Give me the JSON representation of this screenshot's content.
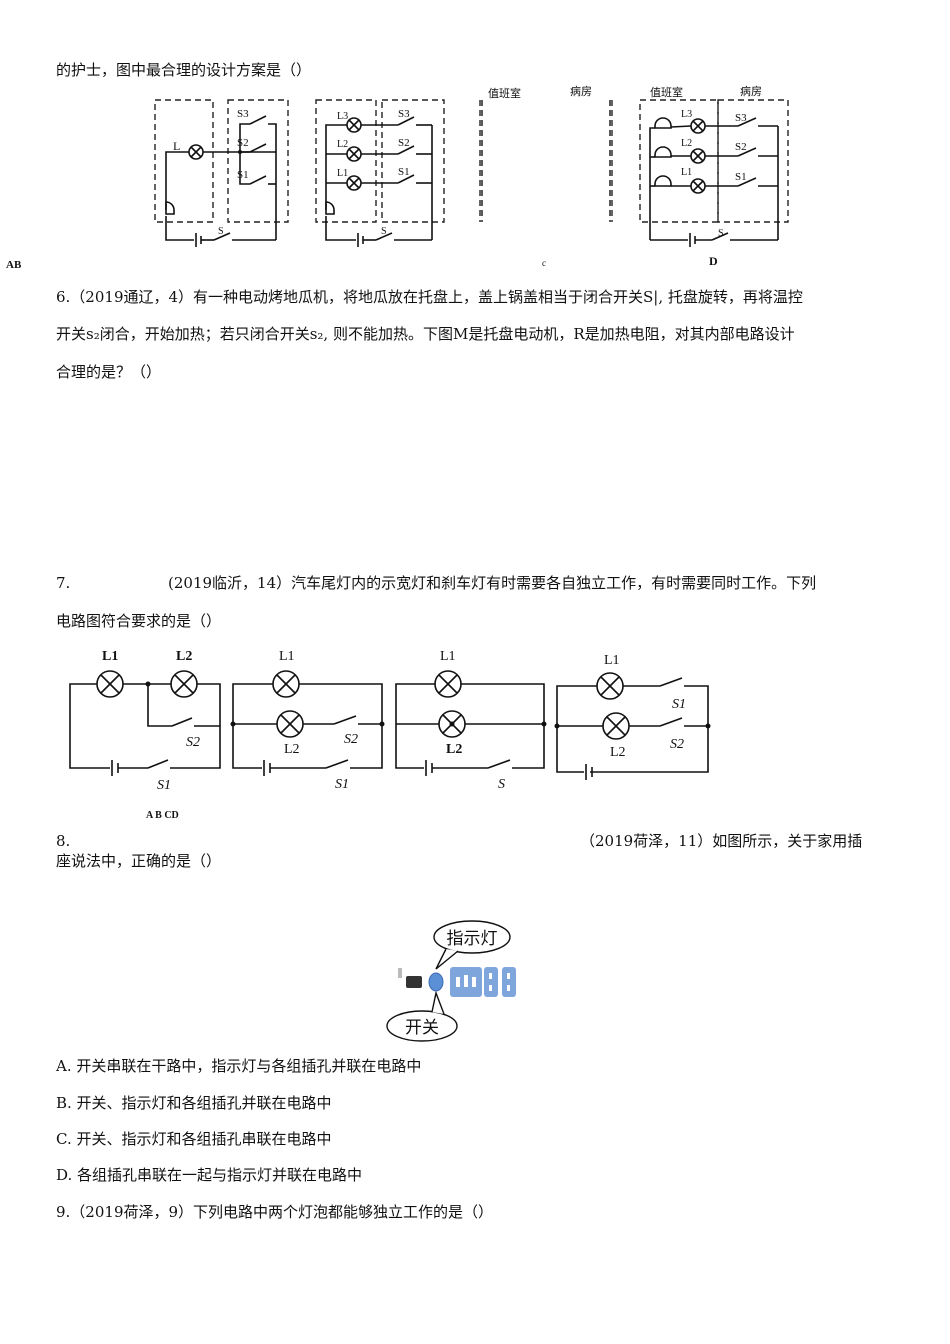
{
  "q5": {
    "intro": "的护士，图中最合理的设计方案是（）",
    "fig_label_ab": "AB",
    "fig_label_c": "c",
    "fig_label_d": "D",
    "duty_room": "值班室",
    "ward": "病房",
    "lamp_L": "L",
    "lamps": [
      "L3",
      "L2",
      "L1"
    ],
    "switches": [
      "S3",
      "S2",
      "S1"
    ],
    "switch_main": "S"
  },
  "q6": {
    "line1": "6.（2019通辽，4）有一种电动烤地瓜机，将地瓜放在托盘上，盖上锅盖相当于闭合开关S|, 托盘旋转，再将温控",
    "line2": "开关s₂闭合，开始加热；若只闭合开关s₂, 则不能加热。下图M是托盘电动机，R是加热电阻，对其内部电路设计",
    "line3": "合理的是？（）"
  },
  "q7": {
    "num": "7.",
    "line1": "(2019临沂，14）汽车尾灯内的示宽灯和刹车灯有时需要各自独立工作，有时需要同时工作。下列",
    "line2": "电路图符合要求的是（）",
    "fig_label": "A B CD",
    "L1": "L1",
    "L2": "L2",
    "S1": "S1",
    "S2": "S2",
    "S": "S"
  },
  "q8": {
    "num": "8.",
    "line1_right": "（2019荷泽，11）如图所示，关于家用插",
    "line2": "座说法中，正确的是（）",
    "bubble_indicator": "指示灯",
    "bubble_switch": "开关",
    "options": [
      "A.  开关串联在干路中，指示灯与各组插孔并联在电路中",
      "B.  开关、指示灯和各组插孔并联在电路中",
      "C.  开关、指示灯和各组插孔串联在电路中",
      "D.  各组插孔串联在一起与指示灯并联在电路中"
    ]
  },
  "q9": {
    "line1": "9.（2019荷泽，9）下列电路中两个灯泡都能够独立工作的是（）"
  },
  "colors": {
    "text": "#111111",
    "socket_blue": "#7ea6dc",
    "indicator_blue": "#5b8fd6"
  }
}
